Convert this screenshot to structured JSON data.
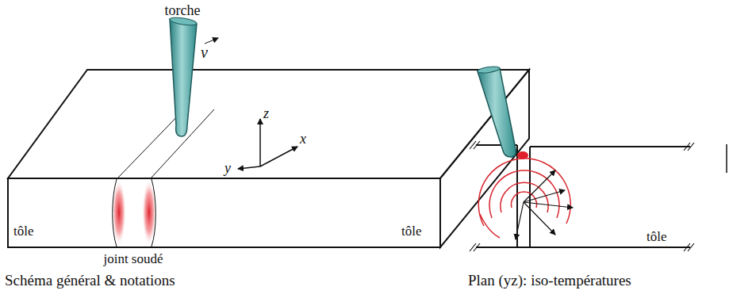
{
  "diagram": {
    "labels": [
      "torche",
      "v",
      "z",
      "x",
      "y",
      "tôle",
      "tôle",
      "joint soudé",
      "Schéma général & notations",
      "Plan (yz): iso-températures",
      "tôle"
    ]
  }
}
